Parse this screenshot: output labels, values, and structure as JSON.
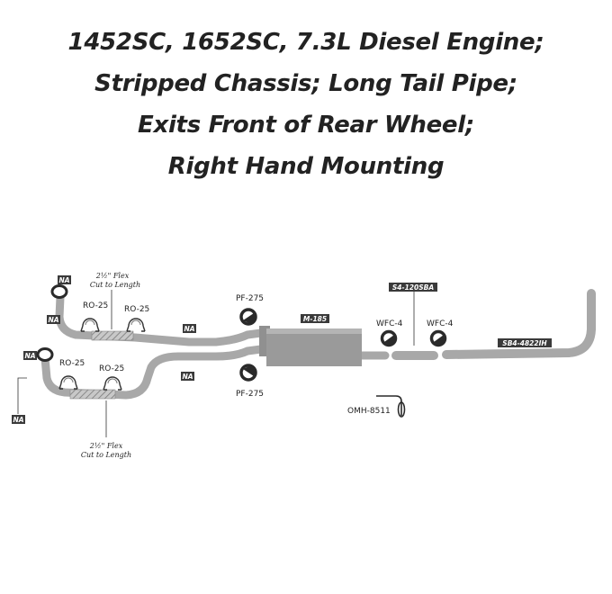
{
  "title": {
    "line1": "1452SC, 1652SC, 7.3L Diesel Engine;",
    "line2": "Stripped Chassis; Long Tail Pipe;",
    "line3": "Exits Front of Rear Wheel;",
    "line4": "Right Hand Mounting"
  },
  "parts": {
    "flex_top_line1": "2½\" Flex",
    "flex_top_line2": "Cut to Length",
    "flex_bottom_line1": "2½\" Flex",
    "flex_bottom_line2": "Cut to Length",
    "ro25_a": "RO-25",
    "ro25_b": "RO-25",
    "ro25_c": "RO-25",
    "ro25_d": "RO-25",
    "pf275_top": "PF-275",
    "pf275_bottom": "PF-275",
    "muffler": "M-185",
    "s4_pipe": "S4-120SBA",
    "wfc4_a": "WFC-4",
    "wfc4_b": "WFC-4",
    "tailpipe": "SB4-4822IH",
    "hanger": "OMH-8511",
    "na": "NA"
  },
  "colors": {
    "pipe": "#a8a8a8",
    "pipe_dark": "#808080",
    "muffler": "#9a9a9a",
    "tag_bg": "#3a3a3a",
    "text": "#222222"
  }
}
